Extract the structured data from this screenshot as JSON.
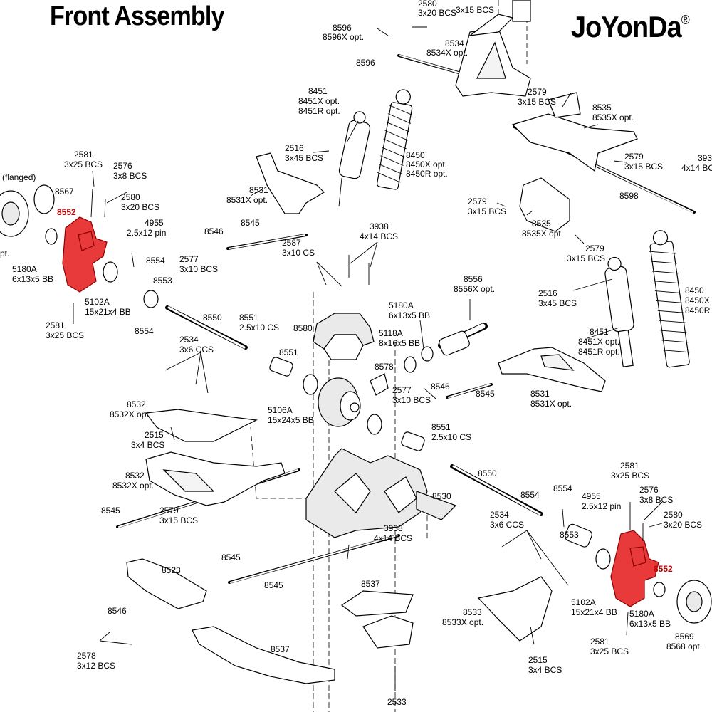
{
  "header": {
    "title": "Front Assembly",
    "brand": "JoYonDa",
    "brand_mark": "®"
  },
  "highlight_color": "#c00000",
  "labels": [
    {
      "id": "l2580top",
      "lines": [
        "2580",
        "3x20 BCS"
      ]
    },
    {
      "id": "l2579topcut",
      "lines": [
        "3x15 BCS"
      ]
    },
    {
      "id": "l8596",
      "lines": [
        "8596",
        "8596X opt."
      ]
    },
    {
      "id": "l8534",
      "lines": [
        "8534",
        "8534X opt."
      ]
    },
    {
      "id": "l8596b",
      "lines": [
        "8596"
      ]
    },
    {
      "id": "l8451a",
      "lines": [
        "8451",
        "8451X opt.",
        "8451R opt."
      ]
    },
    {
      "id": "l2579a",
      "lines": [
        "2579",
        "3x15 BCS"
      ]
    },
    {
      "id": "l8535a",
      "lines": [
        "8535",
        "8535X opt."
      ]
    },
    {
      "id": "l2516a",
      "lines": [
        "2516",
        "3x45 BCS"
      ]
    },
    {
      "id": "l8450a",
      "lines": [
        "8450",
        "8450X opt.",
        "8450R opt."
      ]
    },
    {
      "id": "l2579b",
      "lines": [
        "2579",
        "3x15 BCS"
      ]
    },
    {
      "id": "l393cut",
      "lines": [
        "393",
        "4x14 BC"
      ]
    },
    {
      "id": "l2581a",
      "lines": [
        "2581",
        "3x25 BCS"
      ]
    },
    {
      "id": "l2576a",
      "lines": [
        "2576",
        "3x8 BCS"
      ]
    },
    {
      "id": "lflanged",
      "lines": [
        "(flanged)"
      ]
    },
    {
      "id": "l8567",
      "lines": [
        "8567"
      ]
    },
    {
      "id": "l2580a",
      "lines": [
        "2580",
        "3x20 BCS"
      ]
    },
    {
      "id": "l8531a",
      "lines": [
        "8531",
        "8531X opt."
      ]
    },
    {
      "id": "l8598",
      "lines": [
        "8598"
      ]
    },
    {
      "id": "l2579c",
      "lines": [
        "2579",
        "3x15 BCS"
      ]
    },
    {
      "id": "l8535b",
      "lines": [
        "8535",
        "8535X opt."
      ]
    },
    {
      "id": "l4955a",
      "lines": [
        "4955",
        "2.5x12 pin"
      ]
    },
    {
      "id": "l8546a",
      "lines": [
        "8546"
      ]
    },
    {
      "id": "l8545a",
      "lines": [
        "8545"
      ]
    },
    {
      "id": "l3938a",
      "lines": [
        "3938",
        "4x14 BCS"
      ]
    },
    {
      "id": "l2579d",
      "lines": [
        "2579",
        "3x15 BCS"
      ]
    },
    {
      "id": "lopt",
      "lines": [
        "pt."
      ]
    },
    {
      "id": "l2577a",
      "lines": [
        "2577",
        "3x10 BCS"
      ]
    },
    {
      "id": "l2587",
      "lines": [
        "2587",
        "3x10 CS"
      ]
    },
    {
      "id": "l8554a",
      "lines": [
        "8554"
      ]
    },
    {
      "id": "l5180a",
      "lines": [
        "5180A",
        "6x13x5 BB"
      ]
    },
    {
      "id": "l8553a",
      "lines": [
        "8553"
      ]
    },
    {
      "id": "l8556",
      "lines": [
        "8556",
        "8556X opt."
      ]
    },
    {
      "id": "l8450b",
      "lines": [
        "8450",
        "8450X",
        "8450R"
      ]
    },
    {
      "id": "l2516b",
      "lines": [
        "2516",
        "3x45 BCS"
      ]
    },
    {
      "id": "l5102a",
      "lines": [
        "5102A",
        "15x21x4 BB"
      ]
    },
    {
      "id": "l5180b",
      "lines": [
        "5180A",
        "6x13x5 BB"
      ]
    },
    {
      "id": "l8550a",
      "lines": [
        "8550"
      ]
    },
    {
      "id": "l8551a",
      "lines": [
        "8551",
        "2.5x10 CS"
      ]
    },
    {
      "id": "l2581b",
      "lines": [
        "2581",
        "3x25 BCS"
      ]
    },
    {
      "id": "l8554b",
      "lines": [
        "8554"
      ]
    },
    {
      "id": "l8580",
      "lines": [
        "8580"
      ]
    },
    {
      "id": "l5118a",
      "lines": [
        "5118A",
        "8x16x5 BB"
      ]
    },
    {
      "id": "l8451b",
      "lines": [
        "8451",
        "8451X opt.",
        "8451R opt."
      ]
    },
    {
      "id": "l2534a",
      "lines": [
        "2534",
        "3x6 CCS"
      ]
    },
    {
      "id": "l8551b",
      "lines": [
        "8551"
      ]
    },
    {
      "id": "l8578",
      "lines": [
        "8578"
      ]
    },
    {
      "id": "l8546b",
      "lines": [
        "8546"
      ]
    },
    {
      "id": "l8545b",
      "lines": [
        "8545"
      ]
    },
    {
      "id": "l8531b",
      "lines": [
        "8531",
        "8531X opt."
      ]
    },
    {
      "id": "l2577b",
      "lines": [
        "2577",
        "3x10 BCS"
      ]
    },
    {
      "id": "l8532a",
      "lines": [
        "8532",
        "8532X opt."
      ]
    },
    {
      "id": "l5106a",
      "lines": [
        "5106A",
        "15x24x5 BB"
      ]
    },
    {
      "id": "l8551c",
      "lines": [
        "8551",
        "2.5x10 CS"
      ]
    },
    {
      "id": "l2515a",
      "lines": [
        "2515",
        "3x4 BCS"
      ]
    },
    {
      "id": "l8550b",
      "lines": [
        "8550"
      ]
    },
    {
      "id": "l2581c",
      "lines": [
        "2581",
        "3x25 BCS"
      ]
    },
    {
      "id": "l8532b",
      "lines": [
        "8532",
        "8532X opt."
      ]
    },
    {
      "id": "l8530",
      "lines": [
        "8530"
      ]
    },
    {
      "id": "l8554c",
      "lines": [
        "8554"
      ]
    },
    {
      "id": "l8554d",
      "lines": [
        "8554"
      ]
    },
    {
      "id": "l4955b",
      "lines": [
        "4955",
        "2.5x12 pin"
      ]
    },
    {
      "id": "l2576b",
      "lines": [
        "2576",
        "3x8 BCS"
      ]
    },
    {
      "id": "l8545c",
      "lines": [
        "8545"
      ]
    },
    {
      "id": "l2579e",
      "lines": [
        "2579",
        "3x15 BCS"
      ]
    },
    {
      "id": "l2534b",
      "lines": [
        "2534",
        "3x6 CCS"
      ]
    },
    {
      "id": "l2580b",
      "lines": [
        "2580",
        "3x20 BCS"
      ]
    },
    {
      "id": "l3938b",
      "lines": [
        "3938",
        "4x14 BCS"
      ]
    },
    {
      "id": "l8553b",
      "lines": [
        "8553"
      ]
    },
    {
      "id": "l8545d",
      "lines": [
        "8545"
      ]
    },
    {
      "id": "l8523",
      "lines": [
        "8523"
      ]
    },
    {
      "id": "l8537a",
      "lines": [
        "8537"
      ]
    },
    {
      "id": "l8545e",
      "lines": [
        "8545"
      ]
    },
    {
      "id": "l5102b",
      "lines": [
        "5102A",
        "15x21x4 BB"
      ]
    },
    {
      "id": "l5180c",
      "lines": [
        "5180A",
        "6x13x5 BB"
      ]
    },
    {
      "id": "l8546c",
      "lines": [
        "8546"
      ]
    },
    {
      "id": "l8533",
      "lines": [
        "8533",
        "8533X opt."
      ]
    },
    {
      "id": "l2581d",
      "lines": [
        "2581",
        "3x25 BCS"
      ]
    },
    {
      "id": "l8569",
      "lines": [
        "8569",
        "8568 opt."
      ]
    },
    {
      "id": "l2578",
      "lines": [
        "2578",
        "3x12 BCS"
      ]
    },
    {
      "id": "l8537b",
      "lines": [
        "8537"
      ]
    },
    {
      "id": "l2515b",
      "lines": [
        "2515",
        "3x4 BCS"
      ]
    },
    {
      "id": "l2533",
      "lines": [
        "2533"
      ]
    }
  ],
  "highlights": [
    {
      "id": "h8552a",
      "text": "8552"
    },
    {
      "id": "h8552b",
      "text": "8552"
    }
  ]
}
